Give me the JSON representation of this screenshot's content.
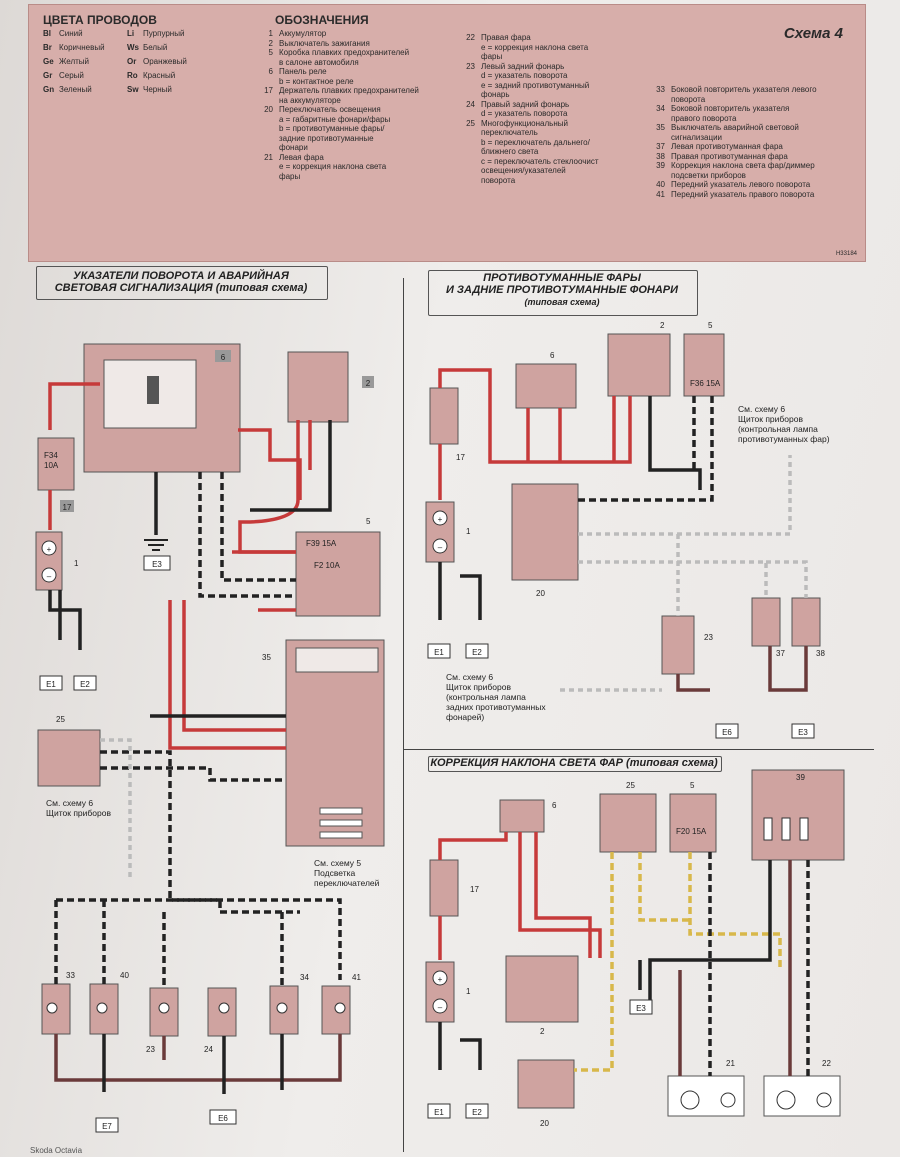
{
  "legend": {
    "wire_colors_title": "ЦВЕТА ПРОВОДОВ",
    "wire_colors": [
      {
        "code": "Bl",
        "name": "Синий"
      },
      {
        "code": "Br",
        "name": "Коричневый"
      },
      {
        "code": "Ge",
        "name": "Желтый"
      },
      {
        "code": "Gr",
        "name": "Серый"
      },
      {
        "code": "Gn",
        "name": "Зеленый"
      },
      {
        "code": "Li",
        "name": "Пурпурный"
      },
      {
        "code": "Ws",
        "name": "Белый"
      },
      {
        "code": "Or",
        "name": "Оранжевый"
      },
      {
        "code": "Ro",
        "name": "Красный"
      },
      {
        "code": "Sw",
        "name": "Черный"
      }
    ],
    "symbols_title": "ОБОЗНАЧЕНИЯ",
    "schema_title": "Схема 4",
    "sheet_code": "H33184",
    "col1": [
      {
        "n": "1",
        "t": "Аккумулятор"
      },
      {
        "n": "2",
        "t": "Выключатель зажигания"
      },
      {
        "n": "5",
        "t": "Коробка плавких предохранителей"
      },
      {
        "n": "",
        "t": "в салоне автомобиля"
      },
      {
        "n": "6",
        "t": "Панель реле"
      },
      {
        "n": "",
        "t": "b = контактное реле"
      },
      {
        "n": "17",
        "t": "Держатель плавких предохранителей"
      },
      {
        "n": "",
        "t": "на аккумуляторе"
      },
      {
        "n": "20",
        "t": "Переключатель освещения"
      },
      {
        "n": "",
        "t": "a = габаритные фонари/фары"
      },
      {
        "n": "",
        "t": "b = противотуманные фары/"
      },
      {
        "n": "",
        "t": "задние противотуманные"
      },
      {
        "n": "",
        "t": "фонари"
      },
      {
        "n": "21",
        "t": "Левая фара"
      },
      {
        "n": "",
        "t": "e = коррекция наклона света"
      },
      {
        "n": "",
        "t": "фары"
      }
    ],
    "col2": [
      {
        "n": "22",
        "t": "Правая фара"
      },
      {
        "n": "",
        "t": "e = коррекция наклона света"
      },
      {
        "n": "",
        "t": "фары"
      },
      {
        "n": "23",
        "t": "Левый задний фонарь"
      },
      {
        "n": "",
        "t": "d = указатель поворота"
      },
      {
        "n": "",
        "t": "e = задний противотуманный"
      },
      {
        "n": "",
        "t": "фонарь"
      },
      {
        "n": "24",
        "t": "Правый задний фонарь"
      },
      {
        "n": "",
        "t": "d = указатель поворота"
      },
      {
        "n": "25",
        "t": "Многофункциональный"
      },
      {
        "n": "",
        "t": "переключатель"
      },
      {
        "n": "",
        "t": "b = переключатель дальнего/"
      },
      {
        "n": "",
        "t": "ближнего света"
      },
      {
        "n": "",
        "t": "c = переключатель стеклоочист"
      },
      {
        "n": "",
        "t": "освещения/указателей"
      },
      {
        "n": "",
        "t": "поворота"
      }
    ],
    "col3": [
      {
        "n": "33",
        "t": "Боковой повторитель указателя левого"
      },
      {
        "n": "",
        "t": "поворота"
      },
      {
        "n": "34",
        "t": "Боковой повторитель указателя"
      },
      {
        "n": "",
        "t": "правого поворота"
      },
      {
        "n": "35",
        "t": "Выключатель аварийной световой"
      },
      {
        "n": "",
        "t": "сигнализации"
      },
      {
        "n": "37",
        "t": "Левая противотуманная фара"
      },
      {
        "n": "38",
        "t": "Правая противотуманная фара"
      },
      {
        "n": "39",
        "t": "Коррекция наклона света фар/диммер"
      },
      {
        "n": "",
        "t": "подсветки приборов"
      },
      {
        "n": "40",
        "t": "Передний указатель левого поворота"
      },
      {
        "n": "41",
        "t": "Передний указатель правого поворота"
      }
    ]
  },
  "sections": {
    "turn": {
      "title1": "УКАЗАТЕЛИ ПОВОРОТА И АВАРИЙНАЯ",
      "title2": "СВЕТОВАЯ СИГНАЛИЗАЦИЯ (типовая схема)"
    },
    "fog": {
      "title1": "ПРОТИВОТУМАННЫЕ ФАРЫ",
      "title2": "И ЗАДНИЕ ПРОТИВОТУМАННЫЕ ФОНАРИ",
      "title3": "(типовая схема)"
    },
    "level": {
      "title1": "КОРРЕКЦИЯ НАКЛОНА СВЕТА ФАР (типовая схема)"
    }
  },
  "notes": {
    "turn_see6": "См. схему 6\nЩиток приборов",
    "turn_see5": "См. схему 5\nПодсветка\nпереключателей",
    "fog_see6a": "См. схему 6\nЩиток приборов\n(контрольная лампа\nпротивотуманных фар)",
    "fog_see6b": "См. схему 6\nЩиток приборов\n(контрольная лампа\nзадних противотуманных\nфонарей)"
  },
  "components": {
    "fuse_f34": "F34\n10A",
    "fuse_f39": "F39 15A",
    "fuse_f2": "F2 10A",
    "fuse_f36": "F36\n15A",
    "fuse_f20": "F20\n15A"
  },
  "grounds": [
    "E1",
    "E2",
    "E3",
    "E6",
    "E7"
  ],
  "footer": "Skoda Octavia"
}
